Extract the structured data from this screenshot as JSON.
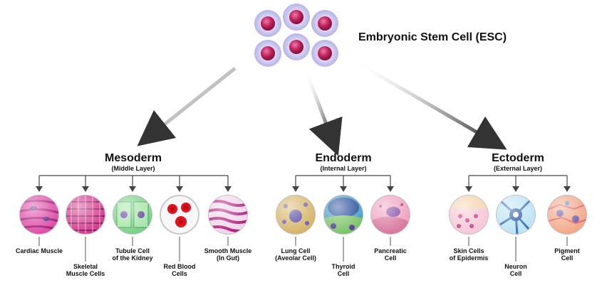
{
  "title": "Embryonic Stem Cell (ESC)",
  "layers": [
    {
      "name": "Mesoderm",
      "sub": "(Middle Layer)",
      "cells": [
        {
          "label": [
            "Cardiac Muscle"
          ],
          "icon": "cardiac-muscle-cell-icon"
        },
        {
          "label": [
            "Skeletal",
            "Muscle Cells"
          ],
          "icon": "skeletal-muscle-cell-icon"
        },
        {
          "label": [
            "Tubule Cell",
            "of the Kidney"
          ],
          "icon": "kidney-tubule-cell-icon"
        },
        {
          "label": [
            "Red Blood",
            "Cells"
          ],
          "icon": "red-blood-cell-icon"
        },
        {
          "label": [
            "Smooth Muscle",
            "(In Gut)"
          ],
          "icon": "smooth-muscle-cell-icon"
        }
      ]
    },
    {
      "name": "Endoderm",
      "sub": "(Internal Layer)",
      "cells": [
        {
          "label": [
            "Lung Cell",
            "(Aveolar Cell)"
          ],
          "icon": "lung-cell-icon"
        },
        {
          "label": [
            "Thyroid",
            "Cell"
          ],
          "icon": "thyroid-cell-icon"
        },
        {
          "label": [
            "Pancreatic",
            "Cell"
          ],
          "icon": "pancreatic-cell-icon"
        }
      ]
    },
    {
      "name": "Ectoderm",
      "sub": "(External Layer)",
      "cells": [
        {
          "label": [
            "Skin Cells",
            "of Epidermis"
          ],
          "icon": "skin-cell-icon"
        },
        {
          "label": [
            "Neuron",
            "Cell"
          ],
          "icon": "neuron-cell-icon"
        },
        {
          "label": [
            "Pigment",
            "Cell"
          ],
          "icon": "pigment-cell-icon"
        }
      ]
    }
  ],
  "colors": {
    "stem_cell": "#c0205a",
    "stem_halo": "#c9c6ee",
    "arrow": "#3a3a3a",
    "line": "#444444"
  }
}
